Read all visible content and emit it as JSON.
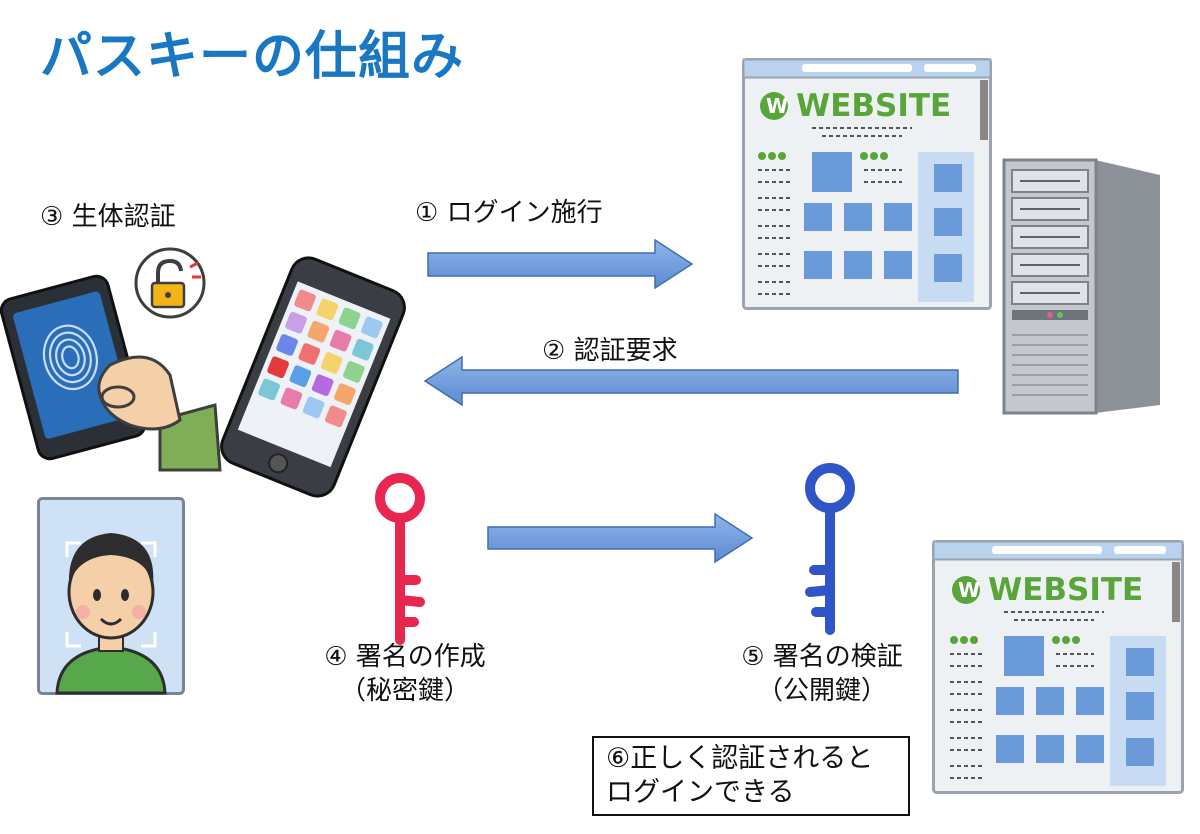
{
  "title": "パスキーの仕組み",
  "steps": {
    "step1": "① ログイン施行",
    "step2": "② 認証要求",
    "step3": "③ 生体認証",
    "step4_line1": "④ 署名の作成",
    "step4_line2": "（秘密鍵）",
    "step5_line1": "⑤ 署名の検証",
    "step5_line2": "（公開鍵）",
    "step6_line1": "⑥正しく認証されると",
    "step6_line2": "ログインできる"
  },
  "website": {
    "logo_text": "WEBSITE",
    "logo_mark": "W"
  },
  "colors": {
    "title": "#1a78c2",
    "arrow": "#6a9ad8",
    "private_key": "#e8264f",
    "public_key": "#2f55c8",
    "website_green": "#58a63a",
    "server_gray": "#b8bcc2"
  }
}
